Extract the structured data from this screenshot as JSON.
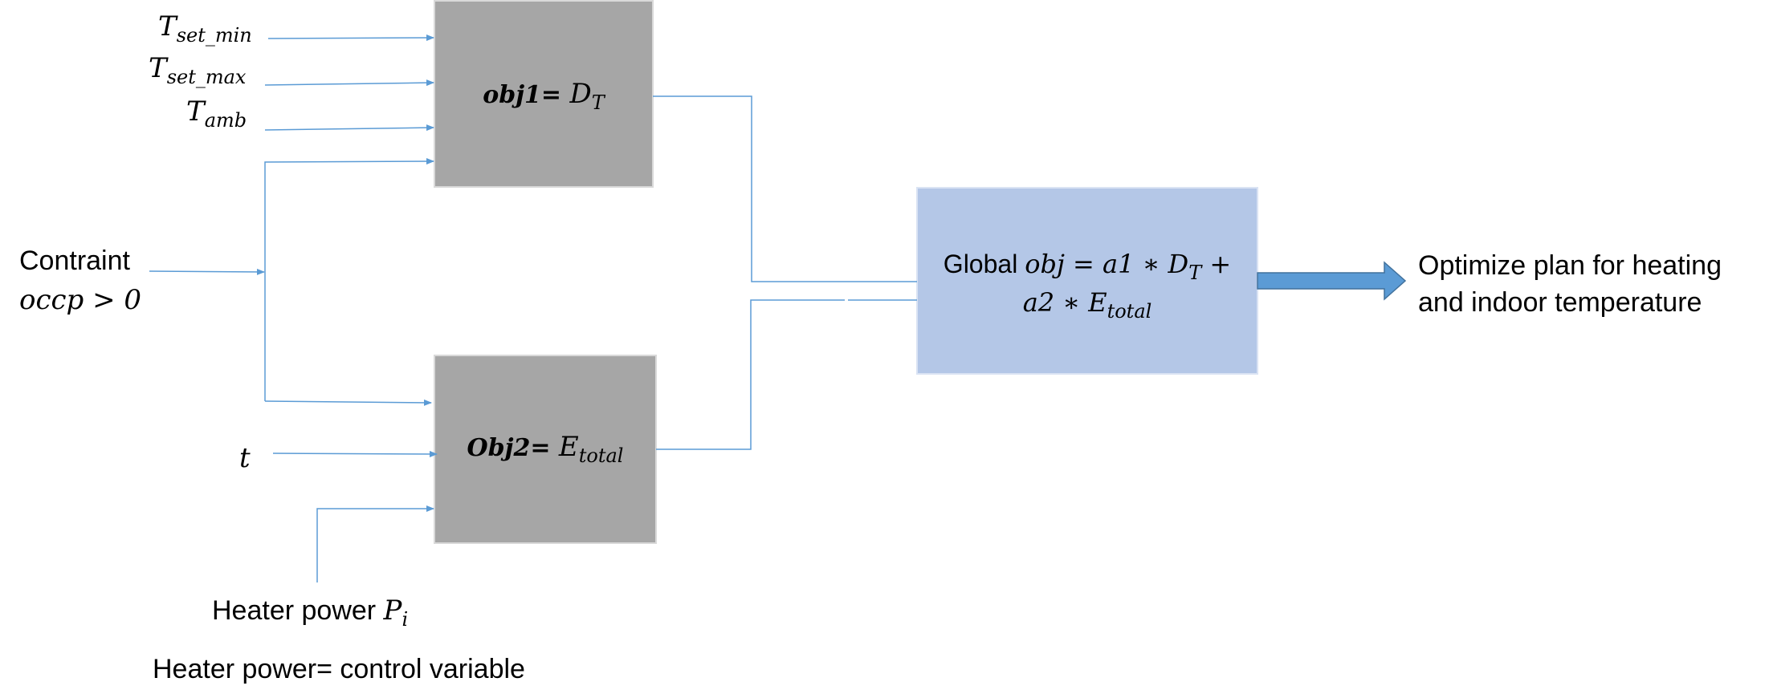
{
  "inputs": {
    "t_set_min": {
      "base": "T",
      "sub": "set_min"
    },
    "t_set_max": {
      "base": "T",
      "sub": "set_max"
    },
    "t_amb": {
      "base": "T",
      "sub": "amb"
    },
    "t": "t",
    "heater_power": {
      "label": "Heater power ",
      "base": "P",
      "sub": "i"
    }
  },
  "constraint": {
    "label": "Contraint",
    "expr": "occp > 0"
  },
  "obj1": {
    "prefix": "obj1= ",
    "base": "D",
    "sub": "T"
  },
  "obj2": {
    "prefix": "Obj2= ",
    "base": "E",
    "sub": "total"
  },
  "global": {
    "prefix": "Global ",
    "line1_expr": "obj = a1 ∗ D",
    "line1_sub": "T",
    "line1_suffix": " +",
    "line2_expr": "a2 ∗ E",
    "line2_sub": "total"
  },
  "output": {
    "line1": "Optimize plan for heating",
    "line2": "and indoor temperature"
  },
  "note": "Heater power= control variable",
  "colors": {
    "gray_box": "#a6a6a6",
    "blue_box": "#b4c7e7",
    "line": "#5b9bd5",
    "arrow_fill": "#5b9bd5",
    "arrow_stroke": "#41719c"
  }
}
